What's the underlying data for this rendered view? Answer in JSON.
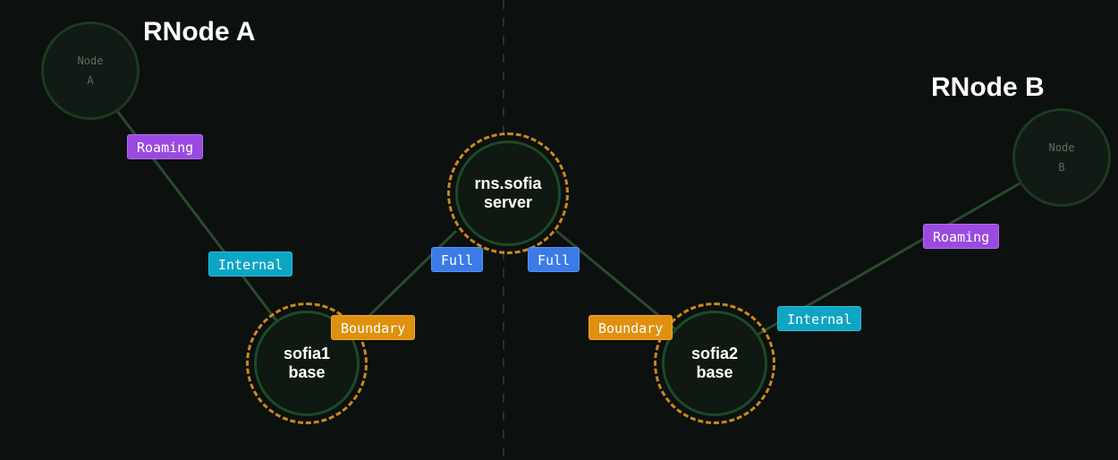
{
  "titles": {
    "left": "RNode A",
    "right": "RNode B"
  },
  "nodes": {
    "node_a": "Node\nA",
    "node_b": "Node\nB",
    "server": "rns.sofia\nserver",
    "sofia1": "sofia1\nbase",
    "sofia2": "sofia2\nbase"
  },
  "tags": {
    "roaming_a": "Roaming",
    "internal_a": "Internal",
    "boundary_1": "Boundary",
    "full_left": "Full",
    "full_right": "Full",
    "boundary_2": "Boundary",
    "internal_b": "Internal",
    "roaming_b": "Roaming"
  },
  "colors": {
    "background": "#0c100e",
    "link": "#2a4a2e",
    "divider": "#2a3340",
    "dashed_ring": "#c98a18",
    "roaming": "#9a4ae0",
    "internal": "#0ea5c4",
    "full": "#3b7be8",
    "boundary": "#e0900f"
  }
}
